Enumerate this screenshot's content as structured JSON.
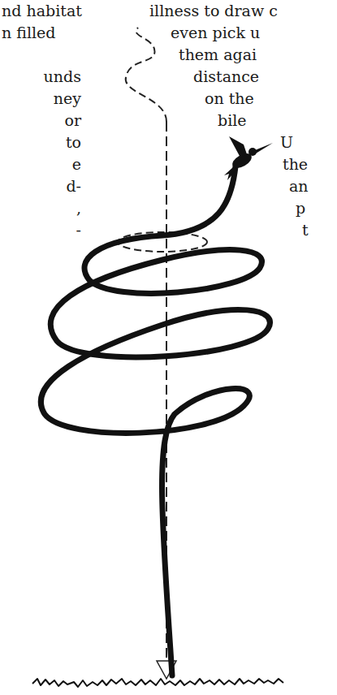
{
  "diagram": {
    "labels": [
      "nd habitat",
      "n filled",
      "unds",
      "ney",
      "or",
      "to",
      "e",
      "d-",
      ",",
      "-",
      "illness to draw c",
      "even pick u",
      "them agai",
      "distance",
      "on the",
      "bile",
      "U",
      "the",
      "an",
      "p",
      "t"
    ]
  }
}
